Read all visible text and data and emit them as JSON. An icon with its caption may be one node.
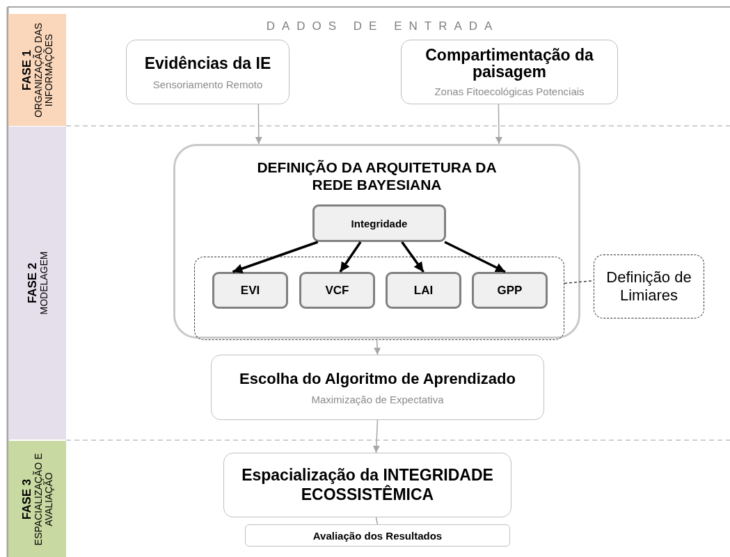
{
  "diagram": {
    "nodes": [
      {
        "text": [
          "FASE 1",
          "ORGANIZAÇÃO DAS INFORMAÇÕES"
        ]
      },
      {
        "text": [
          "FASE 2",
          "MODELAGEM"
        ]
      },
      {
        "text": [
          "FASE 3",
          "ESPACIALIZAÇÃO E AVALIAÇÃO"
        ]
      },
      {
        "text": [
          "Evidências da IE",
          "Sensoriamento Remoto"
        ]
      },
      {
        "text": [
          "Compartimentação da paisagem",
          "Zonas Fitoecológicas Potenciais"
        ]
      },
      {
        "text": [
          "DEFINIÇÃO DA ARQUITETURA DA REDE BAYESIANA"
        ]
      },
      {
        "text": [
          "Integridade"
        ],
        "in": 5
      },
      {
        "text": [],
        "shape": "box",
        "in": 5
      },
      {
        "text": [
          "EVI"
        ],
        "in": 7
      },
      {
        "text": [
          "VCF"
        ],
        "in": 7
      },
      {
        "text": [
          "LAI"
        ],
        "in": 7
      },
      {
        "text": [
          "GPP"
        ],
        "in": 7
      },
      {
        "text": [
          "Definição de Limiares"
        ]
      },
      {
        "text": [
          "Escolha do Algoritmo de Aprendizado",
          "Maximização de Expectativa"
        ]
      },
      {
        "text": [
          "Espacialização da INTEGRIDADE ECOSSISTÊMICA"
        ]
      },
      {
        "text": [
          "Avaliação dos Resultados"
        ]
      }
    ],
    "edges": [
      {
        "from": 3,
        "to": 5,
        "arrow": "to"
      },
      {
        "from": 4,
        "to": 5,
        "arrow": "to"
      },
      {
        "from": 6,
        "to": 8,
        "arrow": "to",
        "style": "thick",
        "color": "#000000"
      },
      {
        "from": 6,
        "to": 9,
        "arrow": "to",
        "style": "thick",
        "color": "#000000"
      },
      {
        "from": 6,
        "to": 10,
        "arrow": "to",
        "style": "thick",
        "color": "#000000"
      },
      {
        "from": 6,
        "to": 11,
        "arrow": "to",
        "style": "thick",
        "color": "#000000"
      },
      {
        "from": 7,
        "to": 12,
        "arrow": "none",
        "style": "dashed",
        "color": "#404040"
      },
      {
        "from": 5,
        "to": 13,
        "arrow": "to"
      },
      {
        "from": 13,
        "to": 14,
        "arrow": "to"
      },
      {
        "from": 14,
        "to": 15,
        "arrow": "none"
      }
    ],
    "labels": [
      "DADOS DE ENTRADA"
    ]
  }
}
